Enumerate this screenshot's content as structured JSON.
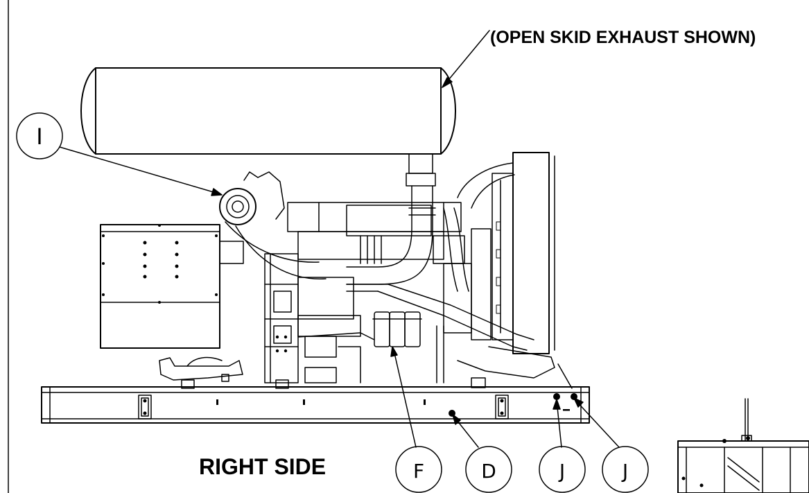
{
  "header_note": "(OPEN SKID EXHAUST SHOWN)",
  "view_label": "RIGHT SIDE",
  "callouts": {
    "I": "I",
    "F": "F",
    "D": "D",
    "J1": "J",
    "J2": "J"
  },
  "colors": {
    "line": "#000000",
    "background": "#ffffff"
  }
}
